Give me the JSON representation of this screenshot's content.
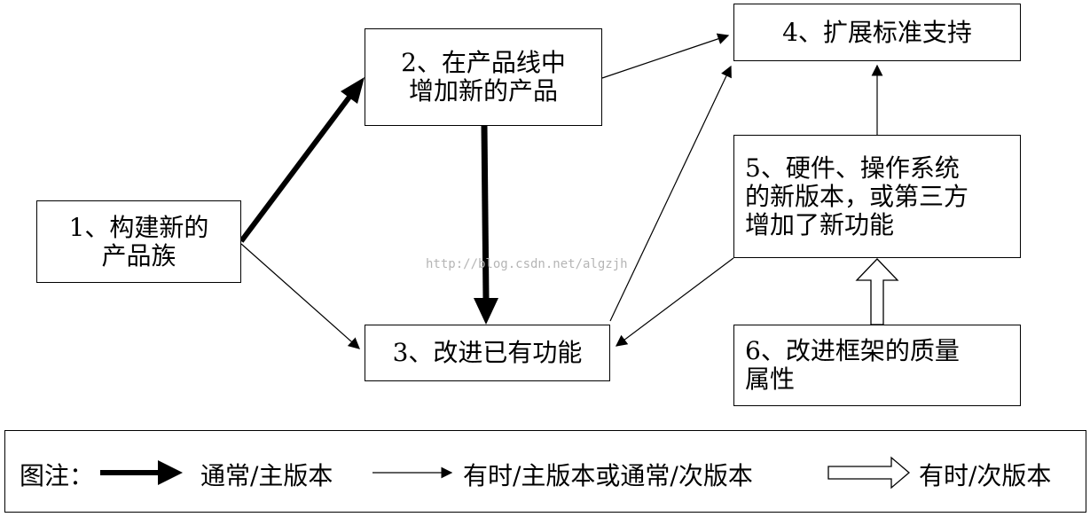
{
  "nodes": {
    "n1": {
      "lines": [
        "1、构建新的",
        "产品族"
      ]
    },
    "n2": {
      "lines": [
        "2、在产品线中",
        "增加新的产品"
      ]
    },
    "n3": {
      "lines": [
        "3、改进已有功能"
      ]
    },
    "n4": {
      "lines": [
        "4、扩展标准支持"
      ]
    },
    "n5": {
      "lines": [
        "5、硬件、操作系统",
        "的新版本，或第三方",
        "增加了新功能"
      ]
    },
    "n6": {
      "lines": [
        "6、改进框架的质量",
        "属性"
      ]
    }
  },
  "edges": [
    {
      "from": "n1",
      "to": "n2",
      "style": "thick"
    },
    {
      "from": "n1",
      "to": "n3",
      "style": "thin"
    },
    {
      "from": "n2",
      "to": "n3",
      "style": "thick"
    },
    {
      "from": "n2",
      "to": "n4",
      "style": "thin"
    },
    {
      "from": "n3",
      "to": "n4",
      "style": "thin"
    },
    {
      "from": "n5",
      "to": "n3",
      "style": "thin"
    },
    {
      "from": "n5",
      "to": "n4",
      "style": "thin"
    },
    {
      "from": "n6",
      "to": "n5",
      "style": "hollow"
    }
  ],
  "legend": {
    "title": "图注：",
    "thick_label": "通常/主版本",
    "thin_label": "有时/主版本或通常/次版本",
    "hollow_label": "有时/次版本"
  },
  "watermark": "http://blog.csdn.net/algzjh",
  "colors": {
    "line": "#000000",
    "background": "#ffffff",
    "watermark": "#b5b5b5"
  }
}
